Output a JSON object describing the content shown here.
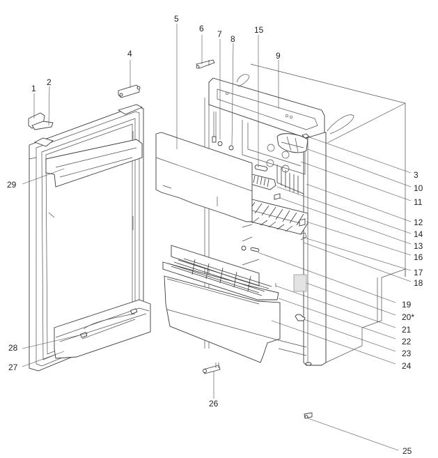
{
  "diagram": {
    "type": "exploded-parts-view",
    "subject": "refrigerator",
    "callouts": [
      {
        "id": "1",
        "text": "1"
      },
      {
        "id": "2",
        "text": "2"
      },
      {
        "id": "3",
        "text": "3"
      },
      {
        "id": "4",
        "text": "4"
      },
      {
        "id": "5",
        "text": "5"
      },
      {
        "id": "6",
        "text": "6"
      },
      {
        "id": "7",
        "text": "7"
      },
      {
        "id": "8",
        "text": "8"
      },
      {
        "id": "9",
        "text": "9"
      },
      {
        "id": "10",
        "text": "10"
      },
      {
        "id": "11",
        "text": "11"
      },
      {
        "id": "12",
        "text": "12"
      },
      {
        "id": "13",
        "text": "13"
      },
      {
        "id": "14",
        "text": "14"
      },
      {
        "id": "15",
        "text": "15"
      },
      {
        "id": "16",
        "text": "16"
      },
      {
        "id": "17",
        "text": "17"
      },
      {
        "id": "18",
        "text": "18"
      },
      {
        "id": "19",
        "text": "19"
      },
      {
        "id": "20",
        "text": "20*"
      },
      {
        "id": "21",
        "text": "21"
      },
      {
        "id": "22",
        "text": "22"
      },
      {
        "id": "23",
        "text": "23"
      },
      {
        "id": "24",
        "text": "24"
      },
      {
        "id": "25",
        "text": "25"
      },
      {
        "id": "26",
        "text": "26"
      },
      {
        "id": "27",
        "text": "27"
      },
      {
        "id": "28",
        "text": "28"
      },
      {
        "id": "29",
        "text": "29"
      }
    ]
  }
}
